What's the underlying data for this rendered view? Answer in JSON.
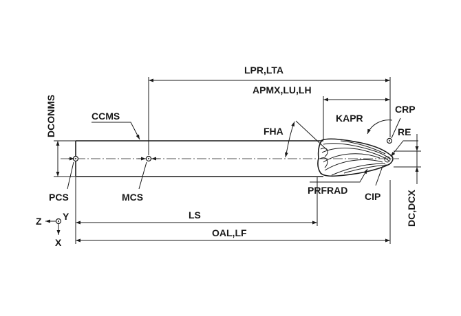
{
  "labels": {
    "lpr_lta": "LPR,LTA",
    "apmx_lu_lh": "APMX,LU,LH",
    "dconms": "DCONMS",
    "ccms": "CCMS",
    "fha": "FHA",
    "kapr": "KAPR",
    "crp": "CRP",
    "re": "RE",
    "prfrad": "PRFRAD",
    "cip": "CIP",
    "pcs": "PCS",
    "mcs": "MCS",
    "ls": "LS",
    "oal_lf": "OAL,LF",
    "dc_dcx": "DC,DCX",
    "axis_z": "Z",
    "axis_y": "Y",
    "axis_x": "X"
  }
}
